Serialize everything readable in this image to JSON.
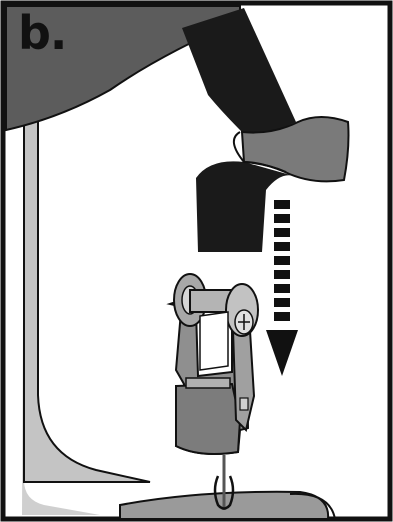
{
  "figure": {
    "step_label": "b.",
    "colors": {
      "outline": "#111111",
      "dark_gray": "#5a5a5a",
      "mid_gray": "#8a8a8a",
      "light_gray": "#c8c8c8",
      "strap": "#1a1a1a",
      "background": "#ffffff"
    },
    "icons": [
      "strap",
      "ratchet-buckle",
      "down-arrow"
    ]
  }
}
